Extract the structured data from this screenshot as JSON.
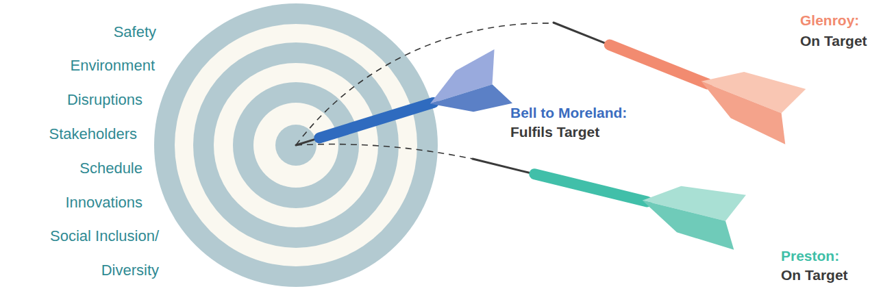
{
  "diagram": {
    "labels": [
      "Safety",
      "Environment",
      "Disruptions",
      "Stakeholders",
      "Schedule",
      "Innovations",
      "Social Inclusion/ Diversity",
      "Bell to Moreland:",
      "Fulfils Target",
      "Glenroy:",
      "On Target",
      "Preston:",
      "On Target"
    ]
  }
}
